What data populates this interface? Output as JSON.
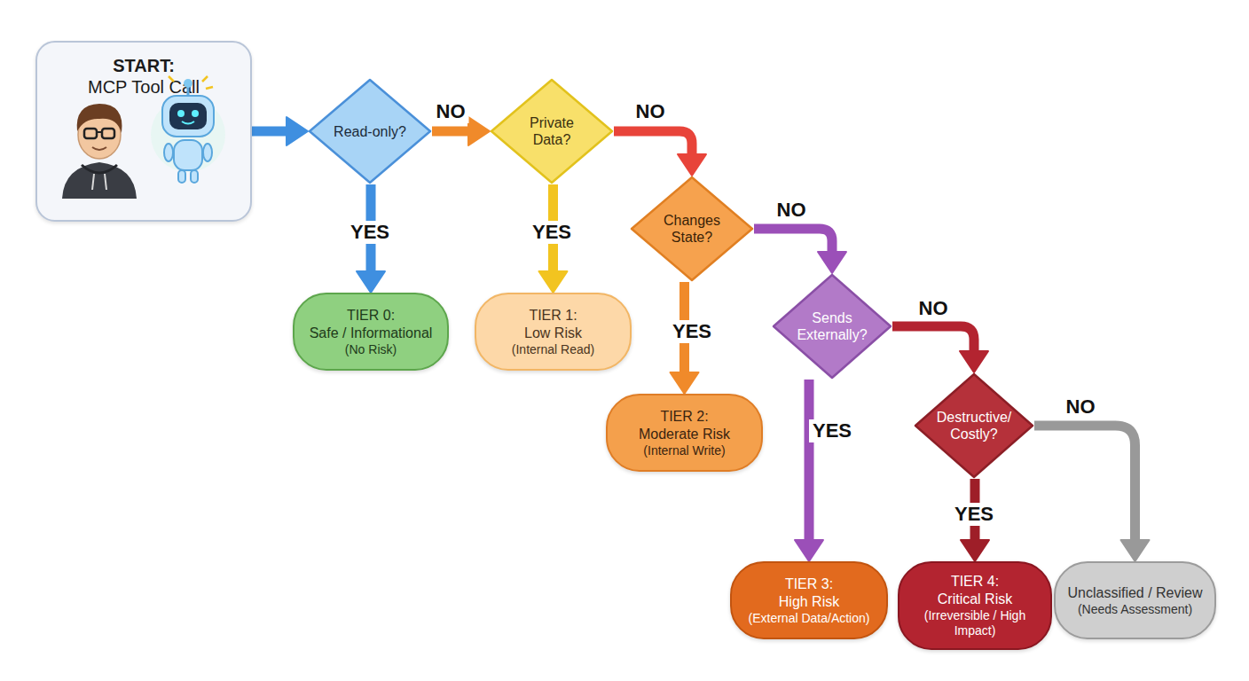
{
  "diagram": {
    "nodes": [
      {
        "text": [
          "START:",
          "MCP Tool Call"
        ]
      },
      {
        "text": [
          "Read-only?"
        ]
      },
      {
        "text": [
          "Private Data?"
        ]
      },
      {
        "text": [
          "Changes State?"
        ]
      },
      {
        "text": [
          "Sends Externally?"
        ]
      },
      {
        "text": [
          "Destructive/ Costly?"
        ]
      },
      {
        "text": [
          "TIER 0:",
          "Safe / Informational",
          "(No Risk)"
        ]
      },
      {
        "text": [
          "TIER 1:",
          "Low Risk",
          "(Internal Read)"
        ]
      },
      {
        "text": [
          "TIER 2:",
          "Moderate Risk",
          "(Internal Write)"
        ]
      },
      {
        "text": [
          "TIER 3:",
          "High Risk",
          "(External Data/Action)"
        ]
      },
      {
        "text": [
          "TIER 4:",
          "Critical Risk",
          "(Irreversible / High Impact)"
        ]
      },
      {
        "text": [
          "Unclassified / Review",
          "(Needs Assessment)"
        ]
      }
    ],
    "edges": [
      {
        "from": 0,
        "to": 1,
        "arrow": "to"
      },
      {
        "from": 1,
        "to": 2,
        "label": "NO",
        "arrow": "to"
      },
      {
        "from": 1,
        "to": 6,
        "label": "YES",
        "arrow": "to"
      },
      {
        "from": 2,
        "to": 7,
        "label": "YES",
        "arrow": "to"
      },
      {
        "from": 2,
        "to": 3,
        "label": "NO",
        "arrow": "to"
      },
      {
        "from": 3,
        "to": 8,
        "label": "YES",
        "arrow": "to"
      },
      {
        "from": 3,
        "to": 4,
        "label": "NO",
        "arrow": "to"
      },
      {
        "from": 4,
        "to": 9,
        "label": "YES",
        "arrow": "to"
      },
      {
        "from": 4,
        "to": 5,
        "label": "NO",
        "arrow": "to"
      },
      {
        "from": 5,
        "to": 10,
        "label": "YES",
        "arrow": "to"
      },
      {
        "from": 5,
        "to": 11,
        "label": "NO",
        "arrow": "to"
      }
    ]
  }
}
